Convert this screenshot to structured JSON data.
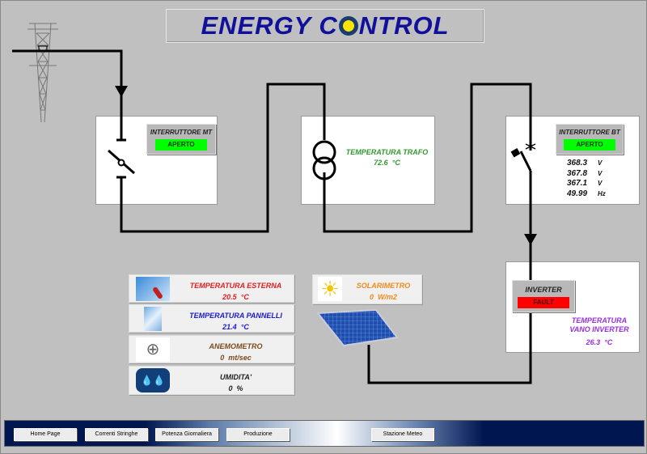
{
  "title": {
    "left": "ENERGY C",
    "right": "NTROL"
  },
  "mt": {
    "label": "INTERRUTTORE MT",
    "status": "APERTO"
  },
  "trafo": {
    "label": "TEMPERATURA TRAFO",
    "value": "72.6",
    "unit": "°C"
  },
  "bt": {
    "label": "INTERRUTTORE BT",
    "status": "APERTO",
    "readings": [
      {
        "value": "368.3",
        "unit": "V"
      },
      {
        "value": "367.8",
        "unit": "V"
      },
      {
        "value": "367.1",
        "unit": "V"
      },
      {
        "value": "49.99",
        "unit": "Hz"
      }
    ]
  },
  "inverter": {
    "label": "INVERTER",
    "status": "FAULT",
    "temp_label1": "TEMPERATURA",
    "temp_label2": "VANO INVERTER",
    "temp_value": "26.3",
    "temp_unit": "°C"
  },
  "weather": [
    {
      "label": "TEMPERATURA ESTERNA",
      "value": "20.5",
      "unit": "°C",
      "color": "#e02020"
    },
    {
      "label": "TEMPERATURA PANNELLI",
      "value": "21.4",
      "unit": "°C",
      "color": "#1a1ad0"
    },
    {
      "label": "ANEMOMETRO",
      "value": "0",
      "unit": "mt/sec",
      "color": "#7a4a1a"
    },
    {
      "label": "UMIDITA'",
      "value": "0",
      "unit": "%",
      "color": "#222222"
    }
  ],
  "solar": {
    "label": "SOLARIMETRO",
    "value": "0",
    "unit": "W/m2",
    "color": "#f08a1a"
  },
  "nav": {
    "buttons": [
      "Home Page",
      "Correnti Stringhe",
      "Potenza Giornaliera",
      "Produzione",
      "Stazione Meteo"
    ]
  }
}
